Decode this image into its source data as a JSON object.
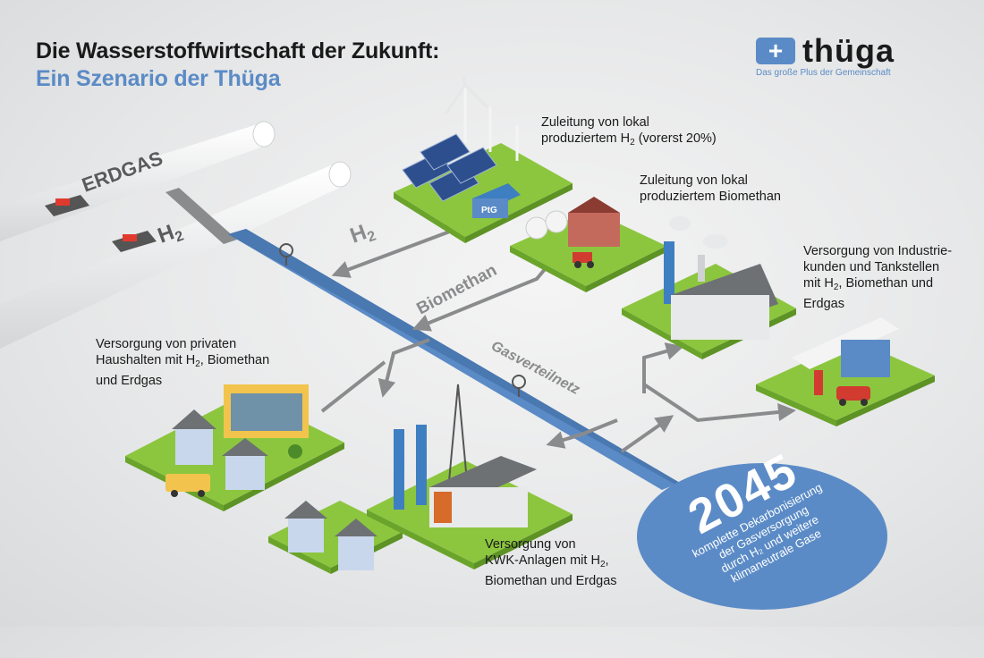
{
  "header": {
    "title_line1": "Die Wasserstoffwirtschaft der Zukunft:",
    "title_line2": "Ein Szenario der Thüga"
  },
  "logo": {
    "plus_symbol": "+",
    "wordmark": "thüga",
    "tagline": "Das große Plus der Gemeinschaft"
  },
  "pipes": {
    "erdgas_label": "ERDGAS",
    "h2_label": "H",
    "h2_sub": "2"
  },
  "arrows": {
    "h2_label": "H",
    "h2_sub": "2",
    "biomethan_label": "Biomethan",
    "network_label": "Gasverteilnetz"
  },
  "badges": {
    "ptg": "PtG"
  },
  "notes": {
    "hydrogen": {
      "line1": "Zuleitung von lokal",
      "line2a": "produziertem H",
      "line2sub": "2",
      "line2b": " (vorerst 20%)"
    },
    "biomethan": {
      "line1": "Zuleitung von lokal",
      "line2": "produziertem Biomethan"
    },
    "industry": {
      "line1": "Versorgung von Industrie-",
      "line2": "kunden und Tankstellen",
      "line3a": "mit H",
      "line3sub": "2",
      "line3b": ", Biomethan und",
      "line4": "Erdgas"
    },
    "households": {
      "line1": "Versorgung von privaten",
      "line2a": "Haushalten mit H",
      "line2sub": "2",
      "line2b": ", Biomethan",
      "line3": "und Erdgas"
    },
    "chp": {
      "line1": "Versorgung von",
      "line2a": "KWK-Anlagen mit H",
      "line2sub": "2",
      "line2b": ",",
      "line3": "Biomethan und Erdgas"
    }
  },
  "goal": {
    "year": "2045",
    "line1": "komplette Dekarbonisierung",
    "line2": "der Gasversorgung",
    "line3": "durch H₂ und weitere",
    "line4": "klimaneutrale Gase"
  },
  "colors": {
    "blue_pipe": "#5b8bc6",
    "grass": "#8cc63f",
    "grass_dark": "#6aa42a",
    "white_pipe": "#ffffff",
    "arrow_grey": "#8a8b8c",
    "roof_red": "#b7564a"
  }
}
